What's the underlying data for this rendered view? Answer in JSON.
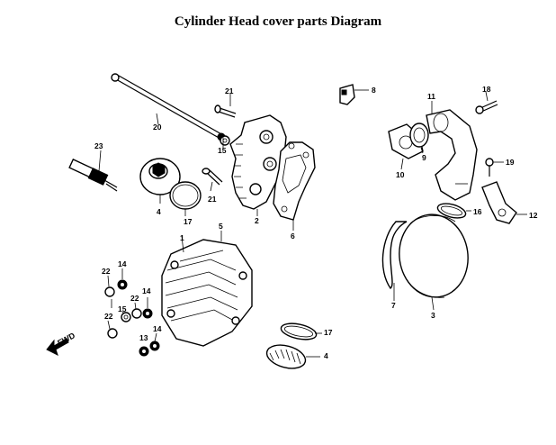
{
  "title": "Cylinder Head cover parts Diagram",
  "fwd_label": "FWD",
  "callouts": {
    "c1": "1",
    "c2": "2",
    "c3": "3",
    "c4_upper": "4",
    "c4_lower": "4",
    "c5": "5",
    "c6": "6",
    "c7": "7",
    "c8": "8",
    "c9": "9",
    "c10": "10",
    "c11": "11",
    "c12": "12",
    "c13": "13",
    "c14_a": "14",
    "c14_b": "14",
    "c14_c": "14",
    "c15_a": "15",
    "c15_b": "15",
    "c16": "16",
    "c17_upper": "17",
    "c17_lower": "17",
    "c18": "18",
    "c19": "19",
    "c20": "20",
    "c21_a": "21",
    "c21_b": "21",
    "c22_a": "22",
    "c22_b": "22",
    "c22_c": "22",
    "c23": "23"
  }
}
